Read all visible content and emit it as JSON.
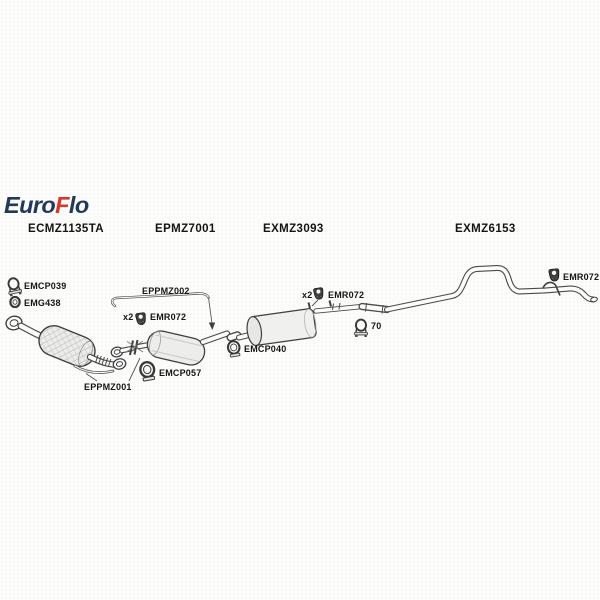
{
  "brand": {
    "euro": "Euro",
    "f": "F",
    "lo": "lo"
  },
  "part_headers": [
    {
      "code": "ECMZ1135TA"
    },
    {
      "code": "EPMZ7001"
    },
    {
      "code": "EXMZ3093"
    },
    {
      "code": "EXMZ6153"
    }
  ],
  "labels": {
    "emcp039": "EMCP039",
    "emg438": "EMG438",
    "eppmz002": "EPPMZ002",
    "x2_left": "x2",
    "emr072_left": "EMR072",
    "emcp057": "EMCP057",
    "eppmz001": "EPPMZ001",
    "x2_mid": "x2",
    "emr072_mid": "EMR072",
    "emcp040": "EMCP040",
    "clamp_size": "70",
    "emr072_right": "EMR072"
  },
  "colors": {
    "brand_navy": "#22395B",
    "brand_red": "#D23A2E",
    "line": "#4A4A4A",
    "background": "#FCFCFB"
  },
  "icons": [
    "u-bolt-clamp-icon",
    "gasket-ring-icon",
    "rubber-mount-icon",
    "exhaust-clamp-icon"
  ]
}
